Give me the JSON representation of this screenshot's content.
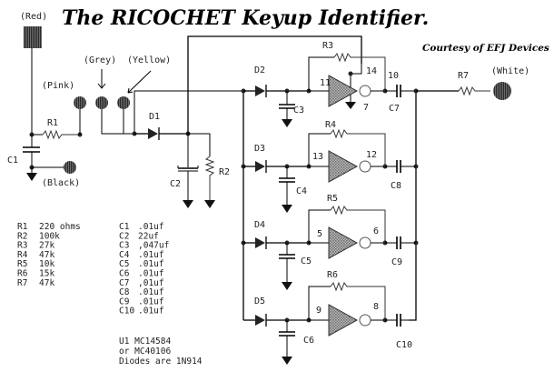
{
  "title": "The RICOCHET Keyup Identifier.",
  "credit": "Courtesy of EFJ Devices",
  "connectors": {
    "red": "(Red)",
    "pink": "(Pink)",
    "grey": "(Grey)",
    "yellow": "(Yellow)",
    "black": "(Black)",
    "white": "(White)"
  },
  "components": {
    "R1": "R1",
    "R2": "R2",
    "R3": "R3",
    "R4": "R4",
    "R5": "R5",
    "R6": "R6",
    "R7": "R7",
    "C1": "C1",
    "C2": "C2",
    "C3": "C3",
    "C4": "C4",
    "C5": "C5",
    "C6": "C6",
    "C7": "C7",
    "C8": "C8",
    "C9": "C9",
    "C10": "C10",
    "D1": "D1",
    "D2": "D2",
    "D3": "D3",
    "D4": "D4",
    "D5": "D5"
  },
  "pins": {
    "p11": "11",
    "p14": "14",
    "p7": "7",
    "p10": "10",
    "p13": "13",
    "p12": "12",
    "p5": "5",
    "p6": "6",
    "p9": "9",
    "p8": "8"
  },
  "inverter_label": "U1",
  "bom": {
    "resistors": [
      {
        "ref": "R1",
        "value": "220 ohms"
      },
      {
        "ref": "R2",
        "value": "100k"
      },
      {
        "ref": "R3",
        "value": "27k"
      },
      {
        "ref": "R4",
        "value": "47k"
      },
      {
        "ref": "R5",
        "value": "10k"
      },
      {
        "ref": "R6",
        "value": "15k"
      },
      {
        "ref": "R7",
        "value": "47k"
      }
    ],
    "capacitors": [
      {
        "ref": "C1",
        "value": ".01uf"
      },
      {
        "ref": "C2",
        "value": "22uf"
      },
      {
        "ref": "C3",
        "value": ",047uf"
      },
      {
        "ref": "C4",
        "value": ".01uf"
      },
      {
        "ref": "C5",
        "value": ".01uf"
      },
      {
        "ref": "C6",
        "value": ".01uf"
      },
      {
        "ref": "C7",
        "value": ",01uf"
      },
      {
        "ref": "C8",
        "value": ".01uf"
      },
      {
        "ref": "C9",
        "value": ".01uf"
      },
      {
        "ref": "C10",
        "value": ".01uf"
      }
    ],
    "notes": [
      "U1 MC14584",
      "or MC40106",
      "Diodes are 1N914"
    ]
  }
}
